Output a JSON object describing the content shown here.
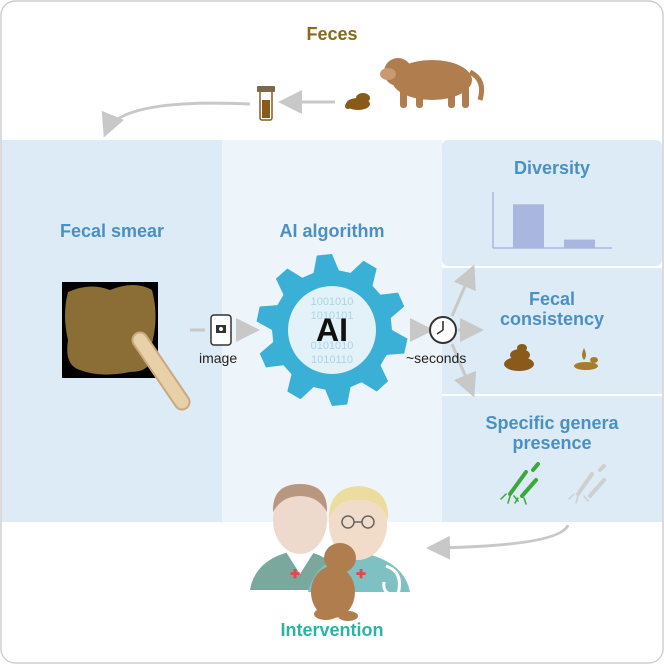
{
  "labels": {
    "feces": "Feces",
    "fecal_smear": "Fecal smear",
    "ai_algorithm": "AI algorithm",
    "gear_text": "AI",
    "binary_text": [
      "1001010",
      "1010101",
      "0101010",
      "1010110"
    ],
    "image": "image",
    "seconds": "~seconds",
    "diversity": "Diversity",
    "fecal_consistency_line1": "Fecal",
    "fecal_consistency_line2": "consistency",
    "genera_line1": "Specific genera",
    "genera_line2": "presence",
    "intervention": "Intervention"
  },
  "colors": {
    "feces_title": "#8a6a1a",
    "panel_text": "#4a90c2",
    "gear": "#3ab0d6",
    "intervention": "#2bb3a3",
    "monkey": "#b07d4f",
    "stool": "#8a5a1a",
    "panel_left": "#dcebf5",
    "panel_mid": "#eef5fa",
    "panel_right": "#dcebf5"
  },
  "diversity_chart": {
    "type": "bar",
    "values": [
      0.78,
      0.15
    ]
  }
}
